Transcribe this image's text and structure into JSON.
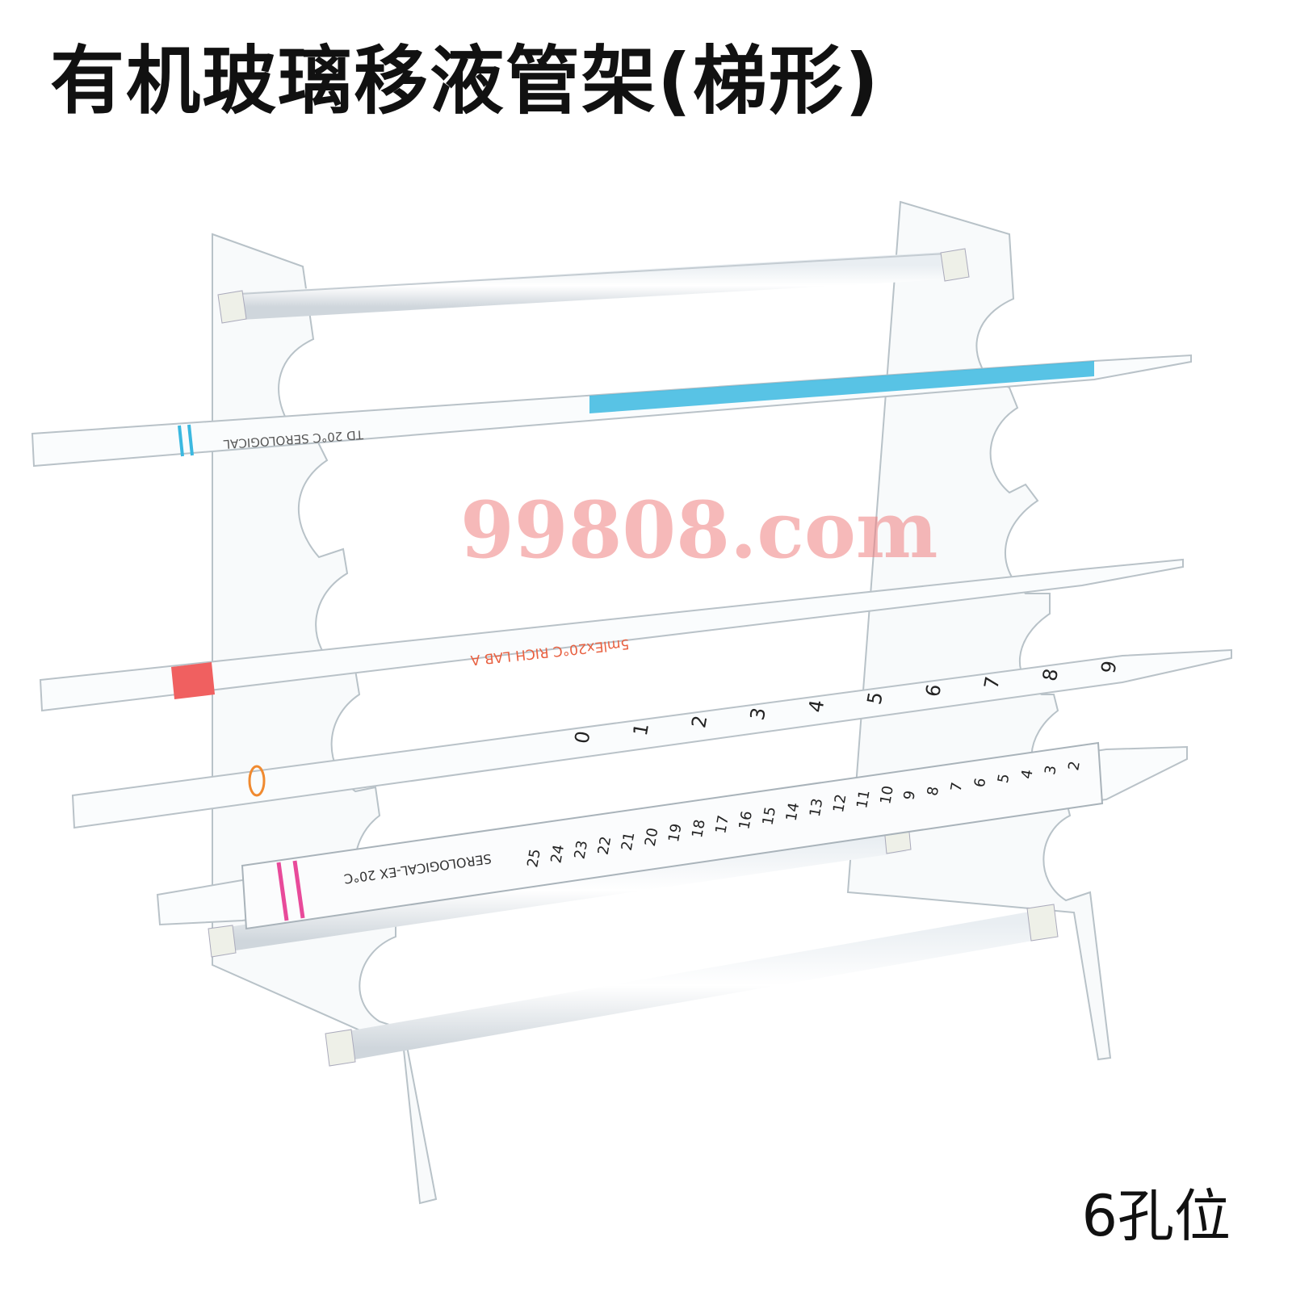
{
  "title": "有机玻璃移液管架(梯形)",
  "caption": "6孔位",
  "watermark": "99808.com",
  "pipette_labels": {
    "p1": "TD 20°C SEROLOGICAL",
    "p2": "5mlEx20°C RICH LAB A",
    "p3_numbers": [
      "0",
      "1",
      "2",
      "3",
      "4",
      "5",
      "6",
      "7",
      "8",
      "9"
    ],
    "p4": "SEROLOGICAL-EX 20°C",
    "p4_numbers": [
      "25",
      "24",
      "23",
      "22",
      "21",
      "20",
      "19",
      "18",
      "17",
      "16",
      "15",
      "14",
      "13",
      "12",
      "11",
      "10",
      "9",
      "8",
      "7",
      "6",
      "5",
      "4",
      "3",
      "2"
    ]
  },
  "colors": {
    "blue_band": "#3bb8e0",
    "red_band": "#f06060",
    "orange_ring": "#f08a30",
    "pink_ring": "#e84a9a"
  }
}
